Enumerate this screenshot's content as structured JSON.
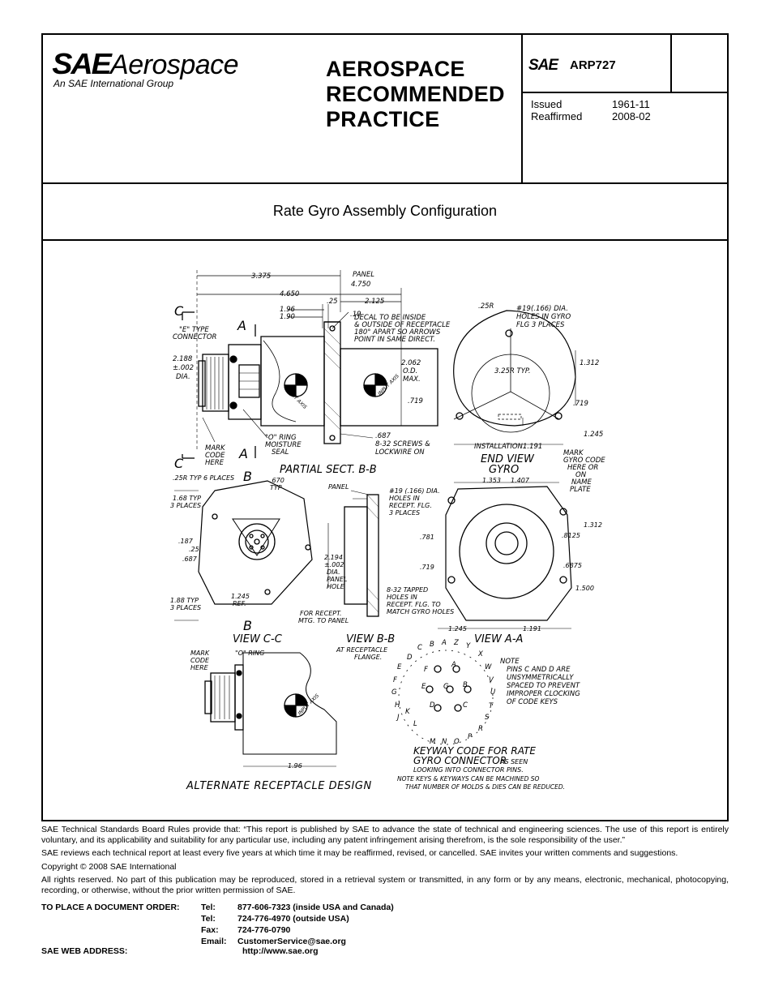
{
  "header": {
    "logo_brand": "SAE",
    "logo_word": "Aerospace",
    "logo_tagline": "An SAE International Group",
    "doc_type_line1": "AEROSPACE",
    "doc_type_line2": "RECOMMENDED",
    "doc_type_line3": "PRACTICE",
    "small_logo": "SAE",
    "doc_number": "ARP727",
    "issued_label": "Issued",
    "issued_value": "1961-11",
    "reaffirmed_label": "Reaffirmed",
    "reaffirmed_value": "2008-02"
  },
  "subject": "Rate Gyro Assembly Configuration",
  "drawing": {
    "dims": [
      "3.375",
      "PANEL",
      "4.750",
      "4.650",
      "2.125",
      ".25",
      "1.96",
      "1.90",
      ".19",
      ".25R",
      "#19(.166) DIA.",
      "HOLES IN GYRO",
      "FLG 3 PLACES",
      "2.188",
      "±.002",
      "DIA.",
      "2.062",
      "O.D.",
      "MAX.",
      "3.25R TYP.",
      "1.312",
      ".719",
      ".687",
      "8-32 SCREWS &",
      "LOCKWIRE ON",
      "INSTALLATION.",
      "1.191",
      "1.245",
      ".25R"
    ],
    "labels": [
      "C",
      "A",
      "\"E\" TYPE",
      "CONNECTOR",
      "DECAL TO BE INSIDE",
      "& OUTSIDE OF RECEPTACLE",
      "180° APART SO ARROWS",
      "POINT IN SAME DIRECT.",
      "INPUT AXIS",
      "\"O\" RING",
      "MOISTURE",
      "SEAL",
      "MARK",
      "CODE",
      "HERE",
      "PARTIAL SECT. B-B",
      "END VIEW",
      "GYRO",
      "MARK",
      "GYRO CODE",
      "HERE OR",
      "ON",
      "NAME",
      "PLATE"
    ],
    "view_cc": {
      "title": "VIEW C-C",
      "dims": [
        ".25R TYP 6 PLACES",
        ".670",
        "TYP",
        "1.68 TYP",
        "3 PLACES",
        ".187",
        ".25",
        ".687",
        "1.88 TYP",
        "3 PLACES",
        "1.245",
        "REF."
      ]
    },
    "view_bb": {
      "title": "VIEW B-B",
      "sub": "AT RECEPTACLE",
      "sub2": "FLANGE.",
      "dims": [
        "PANEL",
        "2.194",
        "±.002",
        "DIA.",
        "PANEL",
        "HOLE",
        "FOR RECEPT.",
        "MTG. TO PANEL"
      ]
    },
    "view_aa": {
      "title": "VIEW A-A",
      "dims": [
        "1.353",
        "1.407",
        "#19 (.166) DIA.",
        "HOLES IN",
        "RECEPT. FLG.",
        "3 PLACES",
        ".781",
        ".719",
        "8-32 TAPPED",
        "HOLES IN",
        "RECEPT. FLG. TO",
        "MATCH GYRO HOLES",
        ".8125",
        ".6875",
        "1.312",
        "1.500",
        "1.245",
        "1.191"
      ]
    },
    "alternate": {
      "title": "ALTERNATE RECEPTACLE DESIGN",
      "labels": [
        "MARK",
        "CODE",
        "HERE",
        "\"O\" RING"
      ],
      "dim": "1.96"
    },
    "keyway": {
      "title1": "KEYWAY CODE FOR RATE",
      "title2": "GYRO CONNECTOR",
      "title2b": "AS SEEN",
      "title3": "LOOKING INTO CONNECTOR PINS.",
      "note1": "NOTE KEYS & KEYWAYS CAN BE MACHINED SO",
      "note2": "THAT NUMBER OF MOLDS & DIES CAN BE REDUCED.",
      "letters": [
        "C",
        "B",
        "A",
        "Z",
        "Y",
        "X",
        "W",
        "V",
        "U",
        "T",
        "S",
        "R",
        "P",
        "O",
        "N",
        "M",
        "L",
        "K",
        "J",
        "H",
        "G",
        "F",
        "E",
        "D"
      ],
      "pins": [
        "F",
        "A",
        "E",
        "G",
        "B",
        "D",
        "C"
      ]
    },
    "note": [
      "NOTE",
      "PINS C AND D ARE",
      "UNSYMMETRICALLY",
      "SPACED TO PREVENT",
      "IMPROPER CLOCKING",
      "OF CODE KEYS"
    ]
  },
  "footer": {
    "para1": "SAE Technical Standards Board Rules provide that: “This report is published by SAE to advance the state of technical and engineering sciences.  The use of this report is entirely voluntary, and its applicability and suitability for any particular use, including any patent infringement arising therefrom, is the sole responsibility of the user.”",
    "para2": "SAE reviews each technical report at least every five years at which time it may be reaffirmed, revised, or cancelled.  SAE invites your written comments and suggestions.",
    "para3": "Copyright © 2008 SAE International",
    "para4": "All rights reserved. No part of this publication may be reproduced, stored in a retrieval system or transmitted, in any form or by any means, electronic, mechanical, photocopying, recording, or otherwise, without the prior written permission of SAE.",
    "order_label": "TO PLACE A DOCUMENT ORDER:",
    "tel1_label": "Tel:",
    "tel1_value": "877-606-7323 (inside USA and Canada)",
    "tel2_label": "Tel:",
    "tel2_value": "724-776-4970 (outside USA)",
    "fax_label": "Fax:",
    "fax_value": "724-776-0790",
    "email_label": "Email:",
    "email_value": "CustomerService@sae.org",
    "web_label": "SAE WEB ADDRESS:",
    "web_value": "http://www.sae.org"
  }
}
